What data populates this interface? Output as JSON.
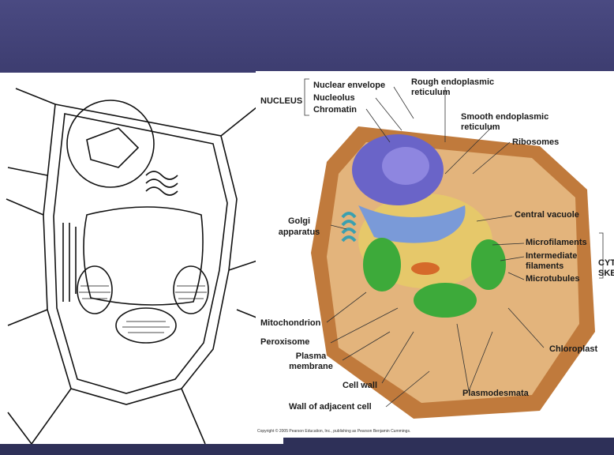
{
  "labels": {
    "nucleus": "NUCLEUS",
    "nuclear_envelope": "Nuclear envelope",
    "nucleolus": "Nucleolus",
    "chromatin": "Chromatin",
    "rough_er_1": "Rough endoplasmic",
    "rough_er_2": "reticulum",
    "smooth_er_1": "Smooth endoplasmic",
    "smooth_er_2": "reticulum",
    "ribosomes": "Ribosomes",
    "golgi_1": "Golgi",
    "golgi_2": "apparatus",
    "central_vacuole": "Central vacuole",
    "microfilaments": "Microfilaments",
    "intermediate_1": "Intermediate",
    "intermediate_2": "filaments",
    "microtubules": "Microtubules",
    "cytoskeleton_1": "CYT",
    "cytoskeleton_2": "SKE",
    "mitochondrion": "Mitochondrion",
    "peroxisome": "Peroxisome",
    "plasma_1": "Plasma",
    "plasma_2": "membrane",
    "chloroplast": "Chloroplast",
    "cell_wall": "Cell wall",
    "plasmodesmata": "Plasmodesmata",
    "adjacent_wall": "Wall of adjacent cell"
  },
  "copyright": "Copyright © 2005 Pearson Education, Inc., publishing as Pearson Benjamin Cummings.",
  "colors": {
    "slide_background": "#46467a",
    "cell_wall": "#c07a3c",
    "nucleus": "#6a64c8",
    "vacuole": "#e6c86a",
    "chloroplast": "#3daa3a",
    "golgi": "#3aa0b0"
  }
}
